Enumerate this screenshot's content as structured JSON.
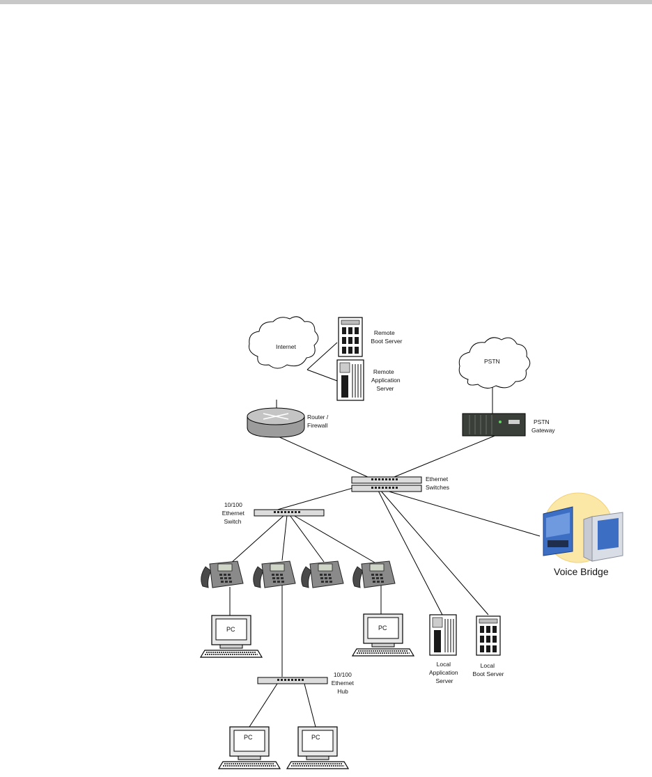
{
  "labels": {
    "internet": "Internet",
    "pstn": "PSTN",
    "remote_boot_server": [
      "Remote",
      "Boot Server"
    ],
    "remote_application_server": [
      "Remote",
      "Application",
      "Server"
    ],
    "router_firewall": [
      "Router /",
      "Firewall"
    ],
    "pstn_gateway": [
      "PSTN",
      "Gateway"
    ],
    "ethernet_switches": [
      "Ethernet",
      "Switches"
    ],
    "ethernet_switch_10_100": [
      "10/100",
      "Ethernet",
      "Switch"
    ],
    "voice_bridge": "Voice Bridge",
    "ethernet_hub_10_100": [
      "10/100",
      "Ethernet",
      "Hub"
    ],
    "local_application_server": [
      "Local",
      "Application",
      "Server"
    ],
    "local_boot_server": [
      "Local",
      "Boot Server"
    ],
    "pc": "PC"
  },
  "colors": {
    "line": "#000000",
    "cloud_fill": "#ffffff",
    "router_fill": "#b4b4b4",
    "gateway_fill": "#3a3f3a",
    "switch_fill": "#d6d6d6",
    "bridge_halo": "#fbe7a6",
    "bridge_blue": "#3c6fc4"
  }
}
